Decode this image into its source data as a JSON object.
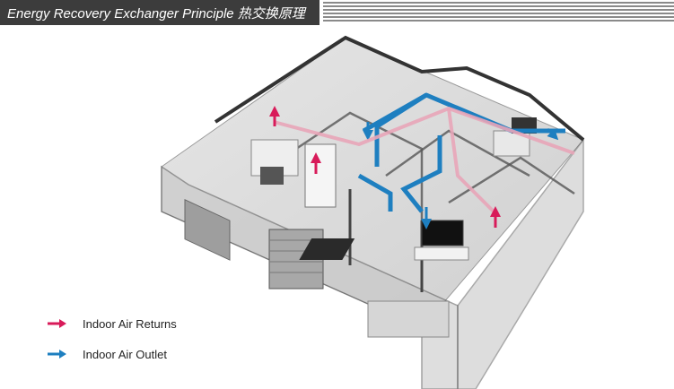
{
  "header": {
    "title": "Energy Recovery Exchanger Principle 热交换原理"
  },
  "legend": {
    "items": [
      {
        "label": "Indoor Air Returns",
        "color": "#d81b5a",
        "icon": "arrow-right-icon"
      },
      {
        "label": "Indoor Air Outlet",
        "color": "#1e7fc0",
        "icon": "arrow-right-icon"
      }
    ]
  },
  "colors": {
    "return_air": "#d81b5a",
    "outlet_air": "#1e7fc0",
    "header_bg": "#3c3c3c"
  }
}
